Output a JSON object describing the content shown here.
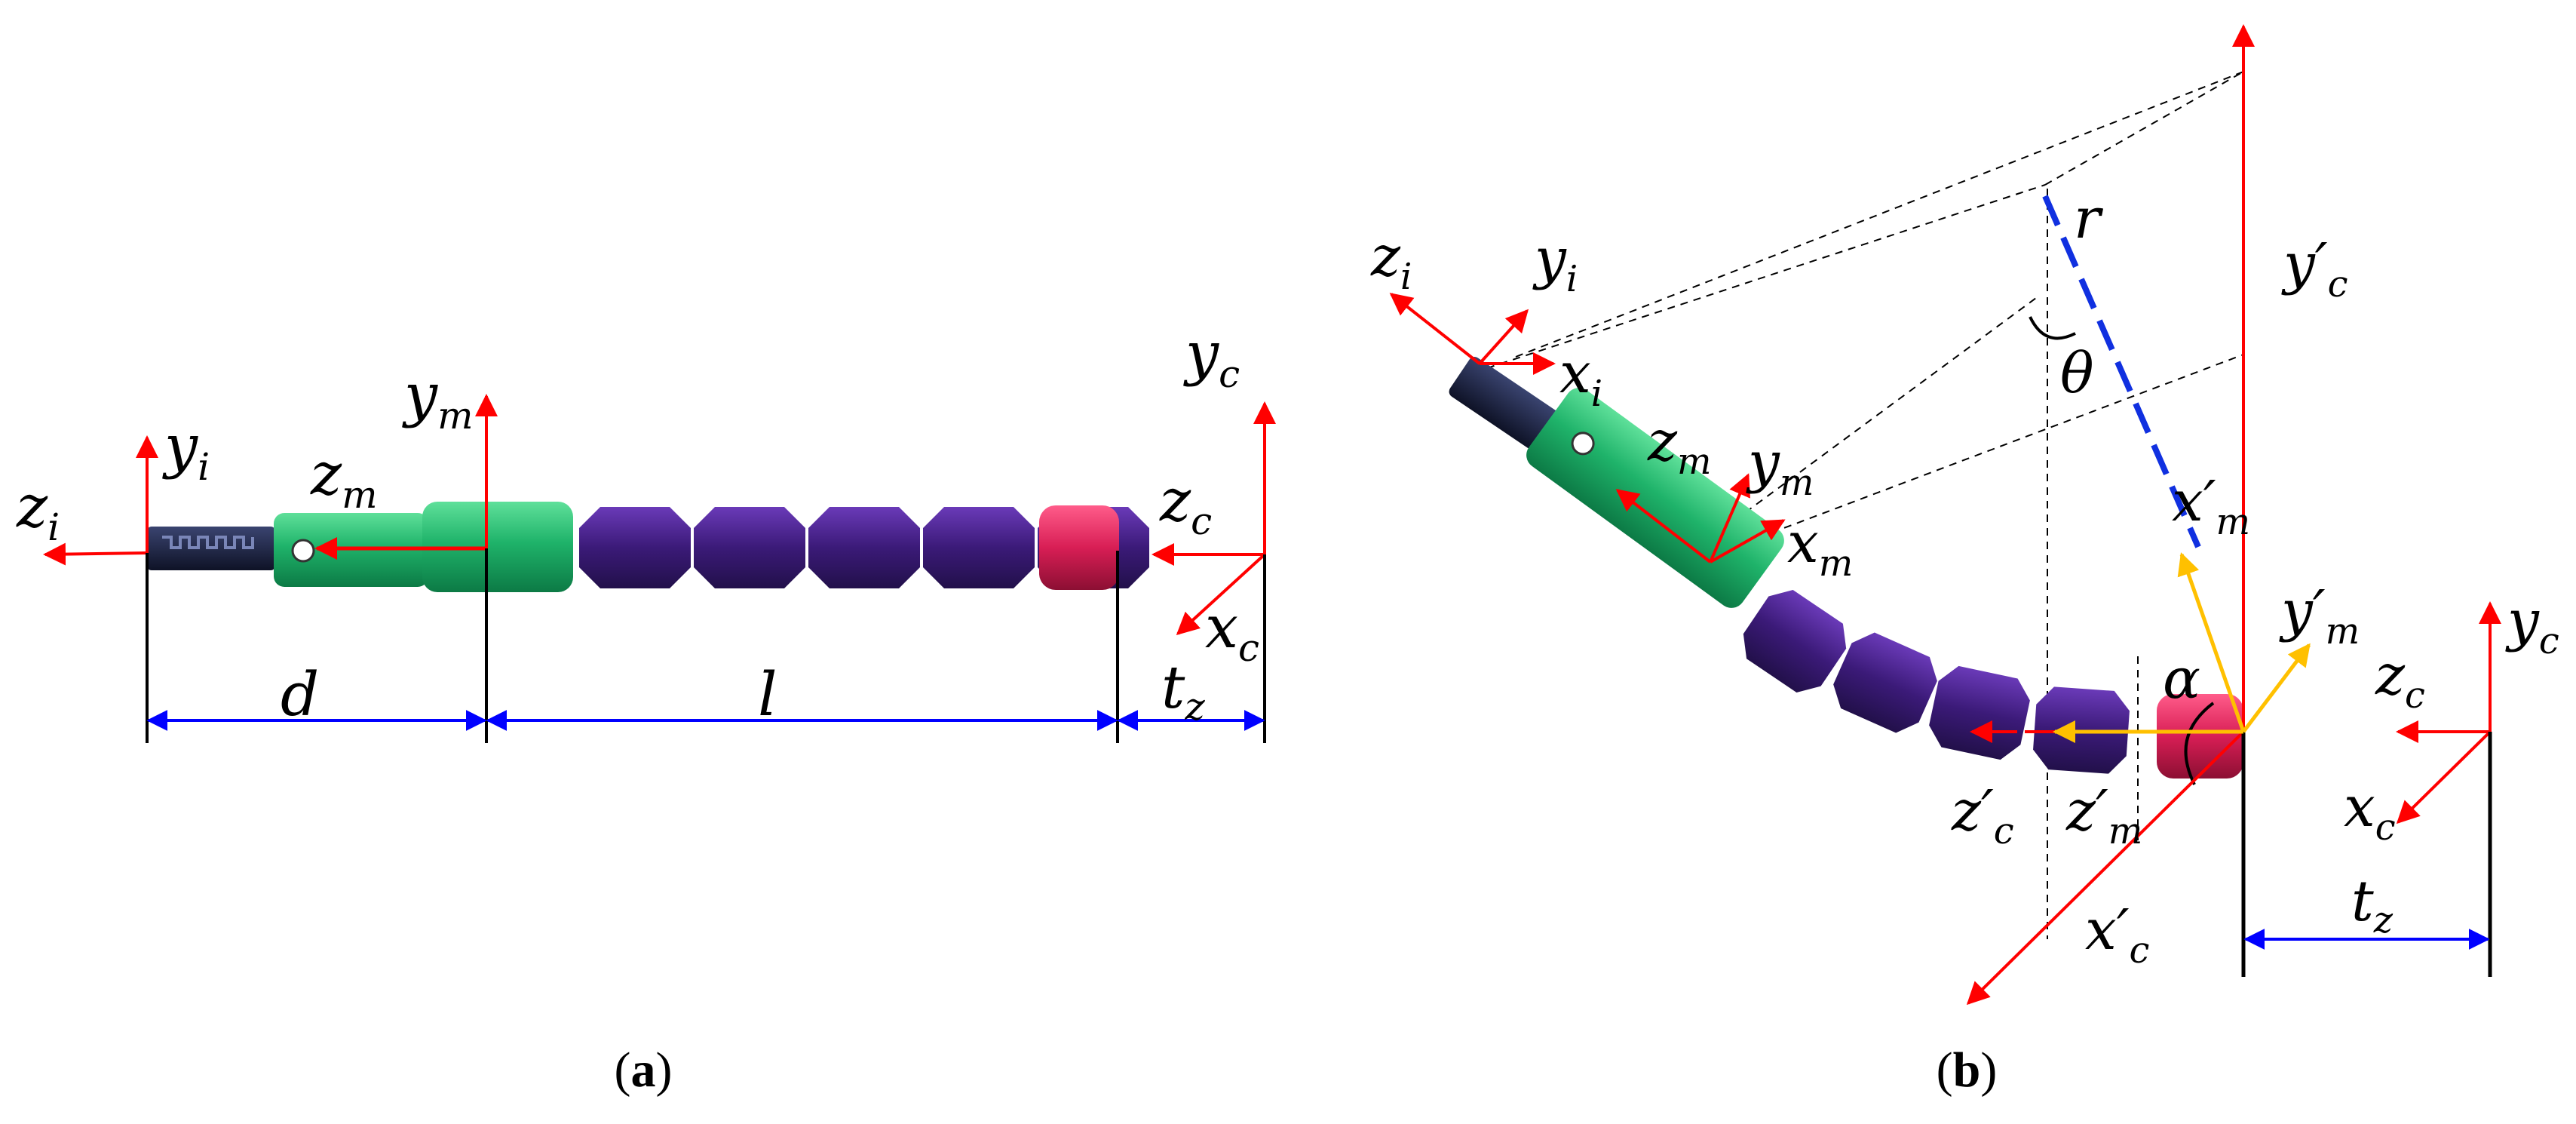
{
  "panel_a": {
    "caption": {
      "open": "(",
      "letter": "a",
      "close": ")"
    },
    "labels": {
      "y_i": "y",
      "y_i_sub": "i",
      "z_i": "z",
      "z_i_sub": "i",
      "z_m": "z",
      "z_m_sub": "m",
      "y_m": "y",
      "y_m_sub": "m",
      "y_c": "y",
      "y_c_sub": "c",
      "z_c": "z",
      "z_c_sub": "c",
      "x_c": "x",
      "x_c_sub": "c",
      "d": "d",
      "l": "l",
      "t_z": "t",
      "t_z_sub": "z"
    }
  },
  "panel_b": {
    "caption": {
      "open": "(",
      "letter": "b",
      "close": ")"
    },
    "labels": {
      "z_i": "z",
      "z_i_sub": "i",
      "y_i": "y",
      "y_i_sub": "i",
      "x_i": "x",
      "x_i_sub": "i",
      "z_m": "z",
      "z_m_sub": "m",
      "y_m": "y",
      "y_m_sub": "m",
      "x_m": "x",
      "x_m_sub": "m",
      "r": "r",
      "theta": "θ",
      "alpha": "α",
      "y_c_prime": "y′",
      "y_c_prime_sub": "c",
      "x_m_prime": "x′",
      "x_m_prime_sub": "m",
      "y_m_prime": "y′",
      "y_m_prime_sub": "m",
      "z_c_prime": "z′",
      "z_c_prime_sub": "c",
      "z_m_prime": "z′",
      "z_m_prime_sub": "m",
      "x_c_prime": "x′",
      "x_c_prime_sub": "c",
      "y_c": "y",
      "y_c_sub": "c",
      "z_c": "z",
      "z_c_sub": "c",
      "x_c": "x",
      "x_c_sub": "c",
      "t_z": "t",
      "t_z_sub": "z"
    }
  },
  "colors": {
    "axis_red": "#ff0000",
    "dimension_blue": "#0000ff",
    "prime_axis_yellow": "#ffc000",
    "radius_blue": "#1030e0",
    "gripper_navy": "#1c2340",
    "camera_green": "#1fb36a",
    "segment_purple": "#3b1a78",
    "base_crimson": "#d81e55"
  }
}
